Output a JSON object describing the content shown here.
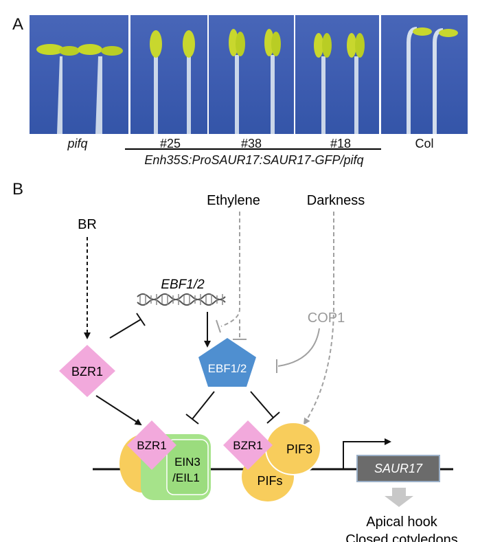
{
  "panel_a": {
    "letter": "A",
    "photos": [
      {
        "label": "pifq",
        "italic": true
      },
      {
        "label": "#25",
        "italic": false
      },
      {
        "label": "#38",
        "italic": false
      },
      {
        "label": "#18",
        "italic": false
      },
      {
        "label": "Col",
        "italic": false
      }
    ],
    "construct_label": "Enh35S:ProSAUR17:SAUR17-GFP/pifq"
  },
  "panel_b": {
    "letter": "B",
    "nodes": {
      "br": "BR",
      "ethylene": "Ethylene",
      "darkness": "Darkness",
      "ebf_gene": "EBF1/2",
      "cop1": "COP1",
      "bzr1": "BZR1",
      "ebf_protein": "EBF1/2",
      "bzr1_complex_left": "BZR1",
      "ein3_line1": "EIN3",
      "ein3_line2": "/EIL1",
      "bzr1_complex_right": "BZR1",
      "pif3": "PIF3",
      "pifs": "PIFs",
      "saur17": "SAUR17",
      "output_line1": "Apical hook",
      "output_line2": "Closed cotyledons"
    },
    "colors": {
      "bzr1": "#f2a9dc",
      "ebf": "#4f8fd0",
      "ein3": "#a6e38a",
      "pif": "#f8cd5c",
      "saur17_box": "#6b6b6b",
      "dashed_gray": "#a0a0a0"
    }
  }
}
